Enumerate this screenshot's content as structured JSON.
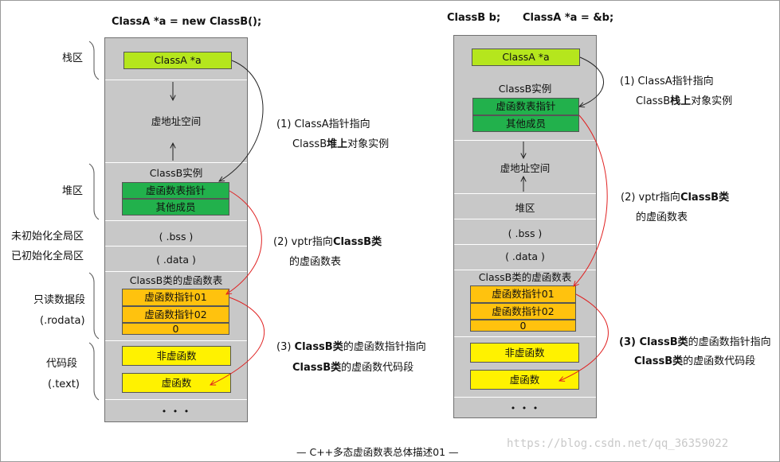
{
  "left": {
    "title": "ClassA *a = new ClassB();",
    "labels": {
      "stack": "栈区",
      "heap": "堆区",
      "bss": "未初始化全局区",
      "data": "已初始化全局区",
      "rodata_1": "只读数据段",
      "rodata_2": "(.rodata)",
      "text_1": "代码段",
      "text_2": "(.text)"
    },
    "pointer": "ClassA *a",
    "virtual_space": "虚地址空间",
    "instance_title": "ClassB实例",
    "vptr": "虚函数表指针",
    "other_members": "其他成员",
    "bss_seg": "( .bss )",
    "data_seg": "( .data )",
    "vtable_title": "ClassB类的虚函数表",
    "vtable_entries": [
      "虚函数指针01",
      "虚函数指针02",
      "0"
    ],
    "non_virtual_fn": "非虚函数",
    "virtual_fn": "虚函数",
    "ellipsis": "• • •"
  },
  "right": {
    "title_1": "ClassB b;",
    "title_2": "ClassA *a = &b;",
    "pointer": "ClassA *a",
    "instance_title": "ClassB实例",
    "vptr": "虚函数表指针",
    "other_members": "其他成员",
    "virtual_space": "虚地址空间",
    "heap": "堆区",
    "bss_seg": "( .bss )",
    "data_seg": "( .data )",
    "vtable_title": "ClassB类的虚函数表",
    "vtable_entries": [
      "虚函数指针01",
      "虚函数指针02",
      "0"
    ],
    "non_virtual_fn": "非虚函数",
    "virtual_fn": "虚函数",
    "ellipsis": "• • •"
  },
  "annotations": {
    "left_1a": "(1) ClassA指针指向",
    "left_1b_pre": "ClassB",
    "left_1b_bold": "堆上",
    "left_1b_post": "对象实例",
    "left_2a_pre": "(2) vptr指向",
    "left_2a_bold": "ClassB类",
    "left_2b": "的虚函数表",
    "left_3a_pre": "(3) ",
    "left_3a_bold": "ClassB类",
    "left_3a_post": "的虚函数指针指向",
    "left_3b_bold": "ClassB类",
    "left_3b_post": "的虚函数代码段",
    "right_1a": "(1) ClassA指针指向",
    "right_1b_pre": "ClassB",
    "right_1b_bold": "栈上",
    "right_1b_post": "对象实例",
    "right_2a_pre": "(2) vptr指向",
    "right_2a_bold": "ClassB类",
    "right_2b": "的虚函数表",
    "right_3a_bold": "(3) ClassB类",
    "right_3a_post": "的虚函数指针指向",
    "right_3b_bold": "ClassB类",
    "right_3b_post": "的虚函数代码段"
  },
  "caption": "— C++多态虚函数表总体描述01 —",
  "watermark": "https://blog.csdn.net/qq_36359022",
  "colors": {
    "pointer_box": "#b5e61d",
    "instance_box": "#22b14c",
    "vtable_box": "#ffc20e",
    "code_box": "#fff200",
    "column": "#c8c8c8",
    "red_arrow": "#e02020"
  }
}
